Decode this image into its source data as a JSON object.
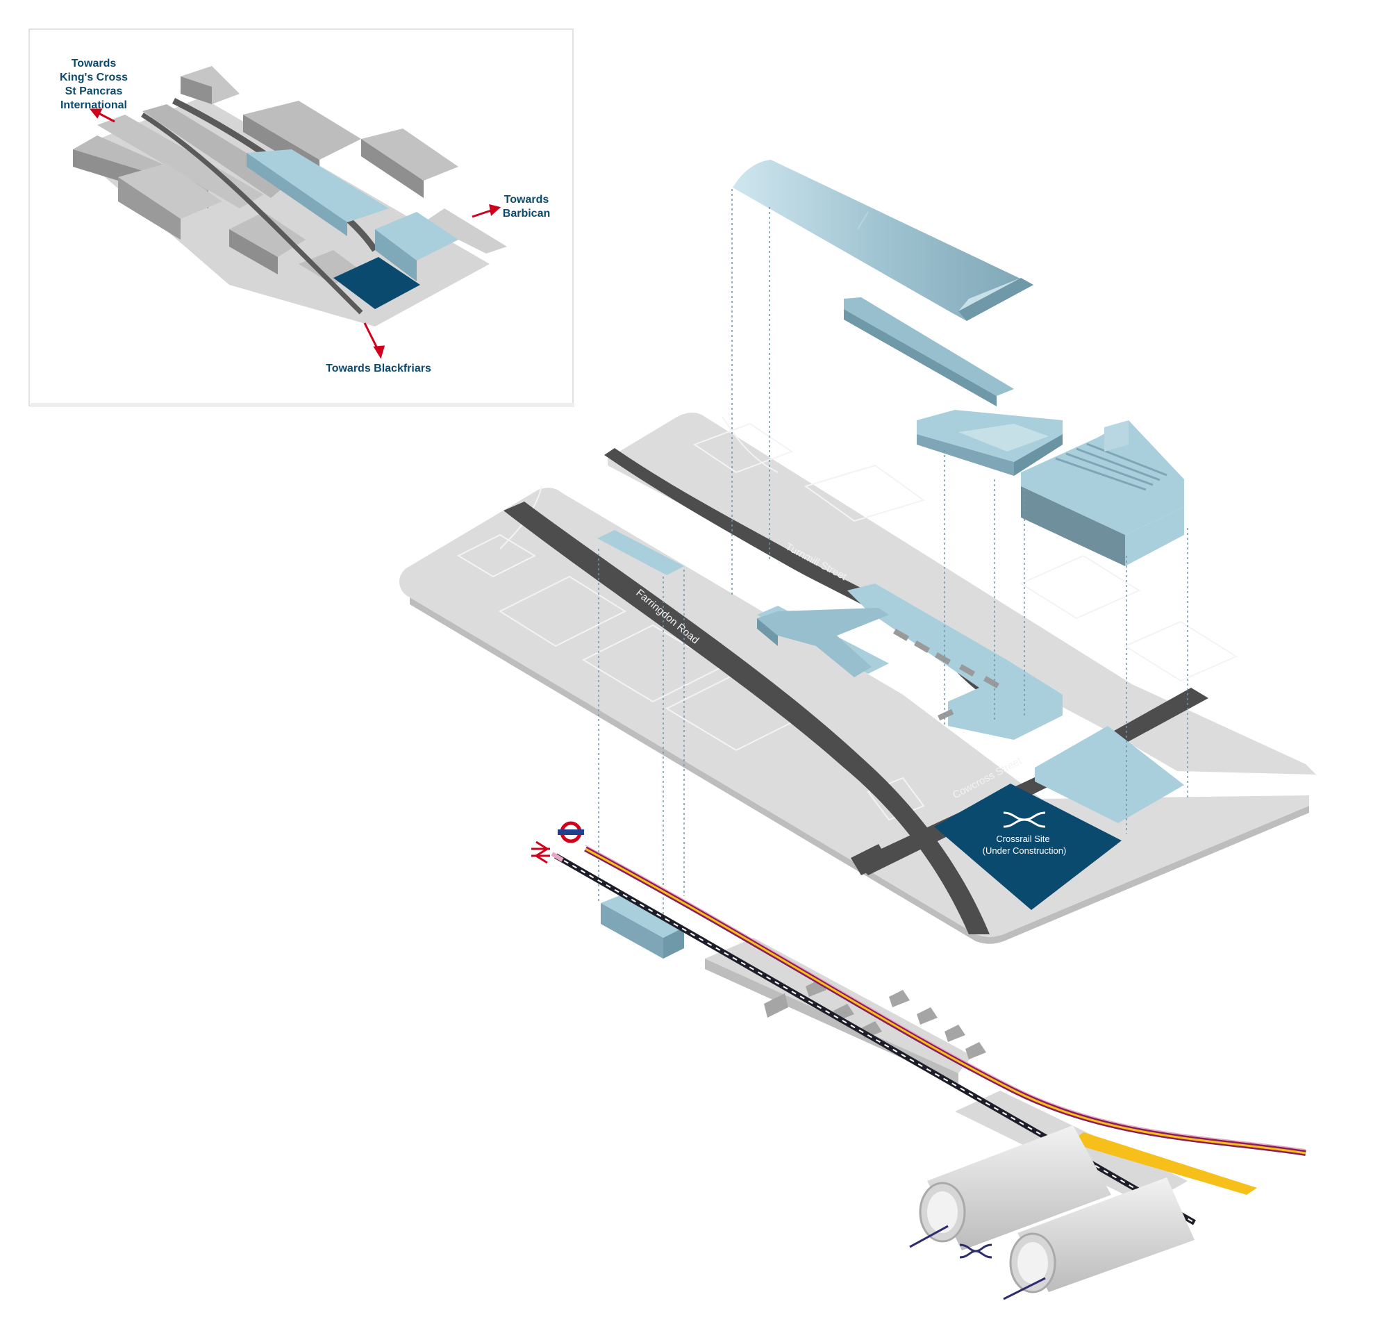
{
  "inset": {
    "labels": {
      "kings_cross_1": "Towards",
      "kings_cross_2": "King's Cross",
      "kings_cross_3": "St Pancras",
      "kings_cross_4": "International",
      "barbican_1": "Towards",
      "barbican_2": "Barbican",
      "blackfriars": "Towards Blackfriars"
    }
  },
  "streets": {
    "farringdon_road": "Farringdon Road",
    "turnmill_street": "Turnmill Street",
    "cowcross_street": "Cowcross Street"
  },
  "crossrail_site": {
    "line1": "Crossrail Site",
    "line2": "(Under Construction)"
  },
  "colors": {
    "building_grey": "#a9a9a9",
    "ground_grey": "#d9d9d9",
    "road_dark": "#4a4a4a",
    "station_blue": "#a9cfdc",
    "station_blue_dark": "#7aa3b3",
    "crossrail_navy": "#0b4a6f",
    "arrow_red": "#d0021b",
    "thameslink_pink": "#e9a7c8",
    "circle_yellow": "#f6bf1a",
    "metropolitan_purple": "#8a1c5a"
  },
  "icons": {
    "national_rail": "national-rail-icon",
    "underground": "underground-roundel-icon",
    "crossrail": "crossrail-icon"
  }
}
